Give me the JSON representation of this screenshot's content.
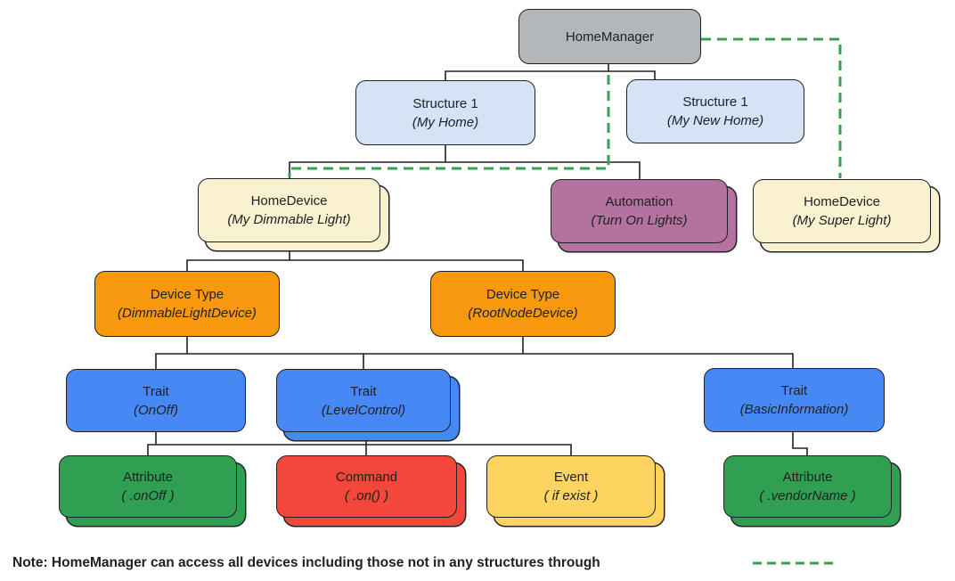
{
  "palette": {
    "gray": "#B3B7BA",
    "light_blue": "#D4E4F6",
    "cream": "#FAF1D0",
    "purple": "#B4729E",
    "orange": "#F8990D",
    "blue": "#4689F5",
    "green": "#2FA052",
    "red": "#F2473A",
    "yellow": "#FCD45F",
    "border": "#202124",
    "connector": "#202124",
    "dashed_green": "#34A34F"
  },
  "nodes": {
    "home_manager": {
      "title": "HomeManager"
    },
    "structure_my_home": {
      "title": "Structure 1",
      "subtitle": "(My Home)"
    },
    "structure_my_new_home": {
      "title": "Structure 1",
      "subtitle": "(My New Home)"
    },
    "homedevice_dimmable": {
      "title": "HomeDevice",
      "subtitle": "(My Dimmable Light)"
    },
    "automation": {
      "title": "Automation",
      "subtitle": "(Turn On Lights)"
    },
    "homedevice_super": {
      "title": "HomeDevice",
      "subtitle": "(My Super Light)"
    },
    "devicetype_dimmable": {
      "title": "Device Type",
      "subtitle": "(DimmableLightDevice)"
    },
    "devicetype_rootnode": {
      "title": "Device Type",
      "subtitle": "(RootNodeDevice)"
    },
    "trait_onoff": {
      "title": "Trait",
      "subtitle": "(OnOff)"
    },
    "trait_levelcontrol": {
      "title": "Trait",
      "subtitle": "(LevelControl)"
    },
    "trait_basicinfo": {
      "title": "Trait",
      "subtitle": "(BasicInformation)"
    },
    "attribute_onoff": {
      "title": "Attribute",
      "subtitle": "( .onOff )"
    },
    "command_on": {
      "title": "Command",
      "subtitle": "( .on() )"
    },
    "event_ifexist": {
      "title": "Event",
      "subtitle": "( if exist )"
    },
    "attribute_vendorname": {
      "title": "Attribute",
      "subtitle": "( .vendorName )"
    }
  },
  "note": {
    "text": "Note: HomeManager can access all devices including those not in any structures through"
  }
}
